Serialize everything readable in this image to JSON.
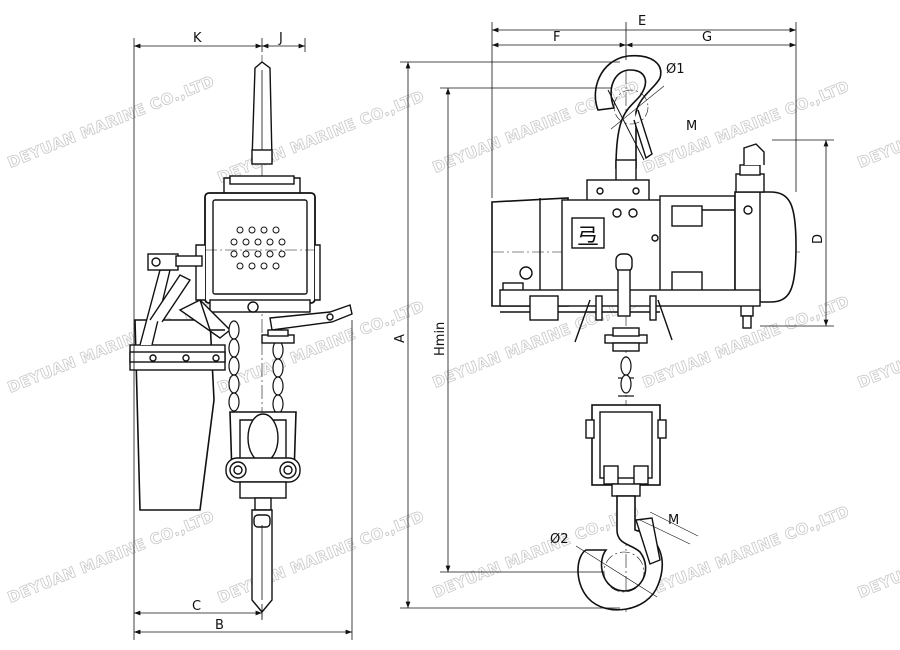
{
  "watermark": "DEYUAN MARINE CO.,LTD",
  "labels": {
    "K": "K",
    "J": "J",
    "C": "C",
    "B": "B",
    "E": "E",
    "F": "F",
    "G": "G",
    "A": "A",
    "Hmin": "Hmin",
    "D": "D",
    "phi1": "Ø1",
    "phi2": "Ø2",
    "M_top": "M",
    "M_bottom": "M"
  },
  "plate_glyph": "弖"
}
